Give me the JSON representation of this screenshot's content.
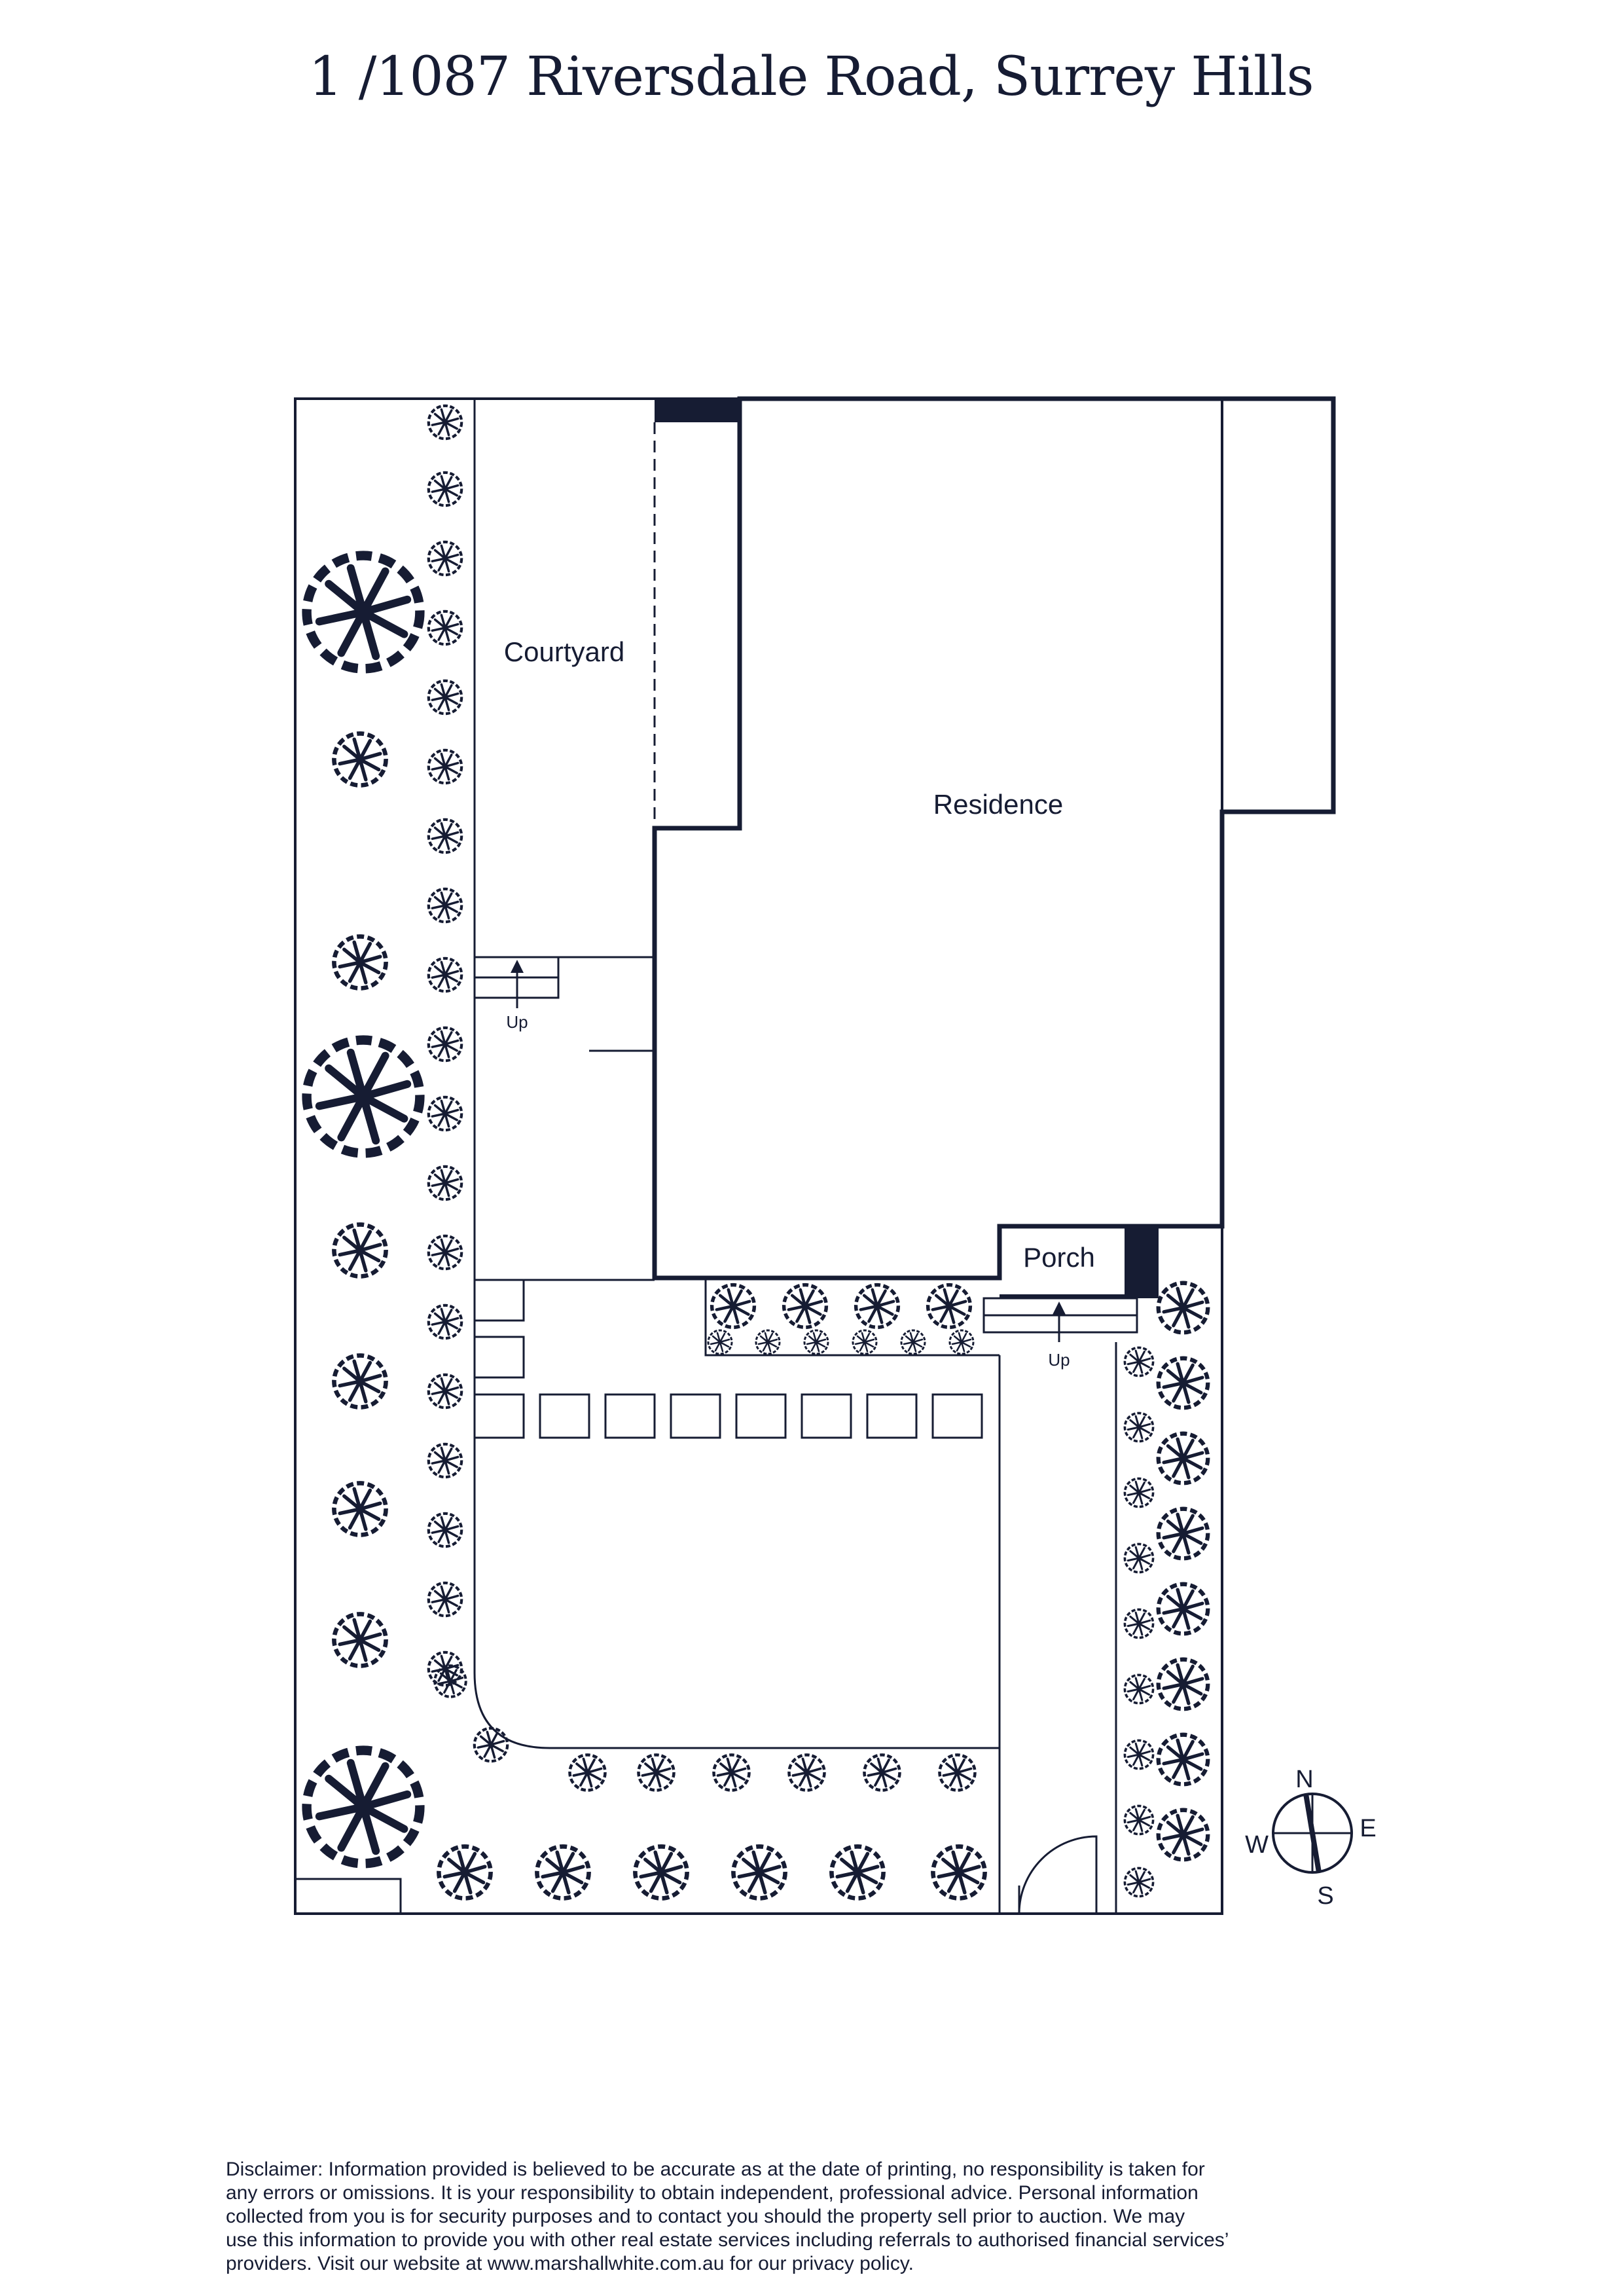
{
  "title": "1 /1087 Riversdale Road, Surrey Hills",
  "labels": {
    "courtyard": "Courtyard",
    "residence": "Residence",
    "porch": "Porch",
    "up_left": "Up",
    "up_porch": "Up"
  },
  "compass": {
    "n": "N",
    "e": "E",
    "s": "S",
    "w": "W"
  },
  "disclaimer": [
    "Disclaimer: Information provided is believed to be accurate as at the date of printing, no responsibility is taken for",
    "any errors or omissions. It is your responsibility to obtain independent, professional advice. Personal information",
    "collected from you is for security purposes and to contact you should the property sell prior to auction. We may",
    "use this information to provide you with other real estate services including referrals to authorised financial services’",
    "providers. Visit our website at www.marshallwhite.com.au for our privacy policy."
  ],
  "colors": {
    "ink": "#161c33",
    "background": "#ffffff"
  }
}
